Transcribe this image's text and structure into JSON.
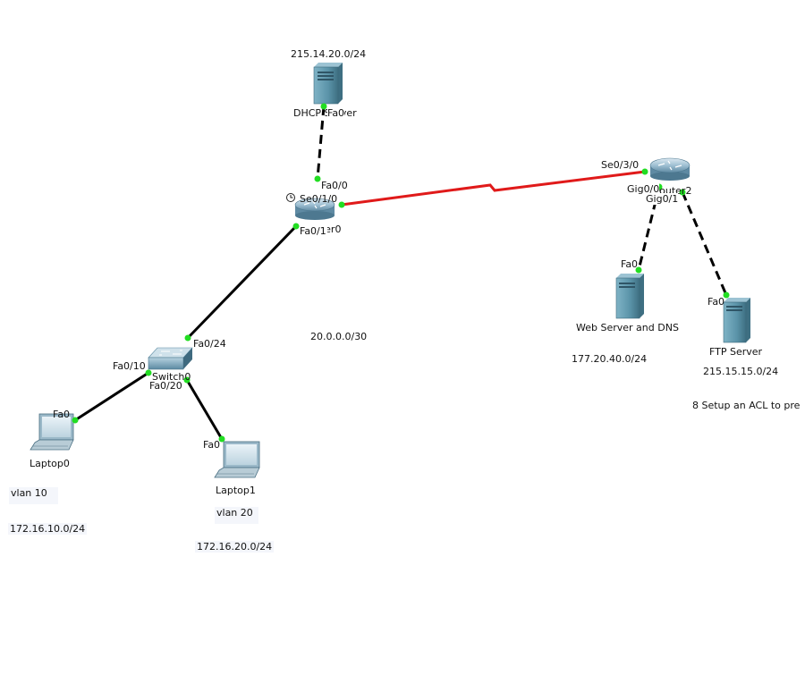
{
  "devices": {
    "dhcp_server": {
      "label": "DHCP Server"
    },
    "router_left": {
      "label": "Router0"
    },
    "router_right": {
      "label": "Router2"
    },
    "switch": {
      "label": "Switch0"
    },
    "laptop0": {
      "label": "Laptop0"
    },
    "laptop1": {
      "label": "Laptop1"
    },
    "web_server": {
      "label": "Web Server and DNS"
    },
    "ftp_server": {
      "label": "FTP Server"
    }
  },
  "ports": {
    "dhcp_fa0": "Fa0",
    "r0_fa00": "Fa0/0",
    "r0_se010": "Se0/1/0",
    "r0_fa01": "Fa0/1",
    "r2_se030": "Se0/3/0",
    "r2_gig00": "Gig0/0",
    "r2_gig01": "Gig0/1",
    "web_fa0": "Fa0",
    "ftp_fa0": "Fa0",
    "sw_fa024": "Fa0/24",
    "sw_fa010": "Fa0/10",
    "sw_fa020": "Fa0/20",
    "lap0_fa0": "Fa0",
    "lap1_fa0": "Fa0"
  },
  "networks": {
    "dhcp": "215.14.20.0/24",
    "wan": "20.0.0.0/30",
    "web": "177.20.40.0/24",
    "ftp": "215.15.15.0/24",
    "vlan10_net": "172.16.10.0/24",
    "vlan20_net": "172.16.20.0/24"
  },
  "notes": {
    "vlan10": "vlan 10",
    "vlan20": "vlan 20",
    "acl_note": "8 Setup an ACL to pre"
  },
  "icons": {
    "clock": "clock-icon"
  },
  "colors": {
    "serial_link": "#e01a1a",
    "ethernet_link": "#000000",
    "port_up": "#22dd22",
    "server_body": "#5a93a8",
    "router_body": "#8fb4c9"
  }
}
